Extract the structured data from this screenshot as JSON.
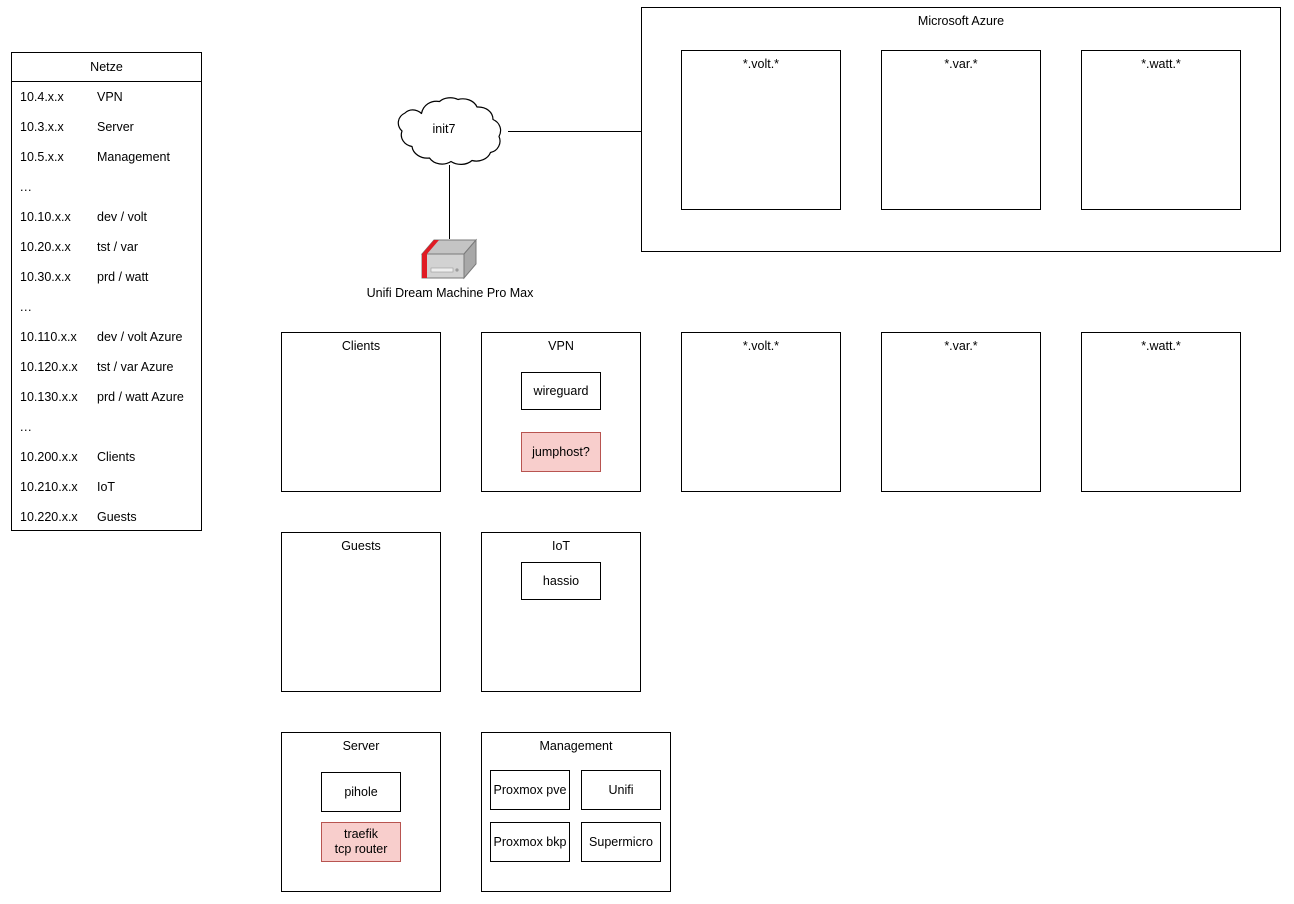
{
  "netze": {
    "title": "Netze",
    "rows": [
      {
        "cidr": "10.4.x.x",
        "label": "VPN"
      },
      {
        "cidr": "10.3.x.x",
        "label": "Server"
      },
      {
        "cidr": "10.5.x.x",
        "label": "Management"
      },
      {
        "cidr": "...",
        "label": ""
      },
      {
        "cidr": "10.10.x.x",
        "label": "dev / volt"
      },
      {
        "cidr": "10.20.x.x",
        "label": "tst / var"
      },
      {
        "cidr": "10.30.x.x",
        "label": "prd / watt"
      },
      {
        "cidr": "...",
        "label": ""
      },
      {
        "cidr": "10.110.x.x",
        "label": "dev / volt Azure"
      },
      {
        "cidr": "10.120.x.x",
        "label": "tst / var Azure"
      },
      {
        "cidr": "10.130.x.x",
        "label": "prd / watt Azure"
      },
      {
        "cidr": "...",
        "label": ""
      },
      {
        "cidr": "10.200.x.x",
        "label": "Clients"
      },
      {
        "cidr": "10.210.x.x",
        "label": "IoT"
      },
      {
        "cidr": "10.220.x.x",
        "label": "Guests"
      }
    ]
  },
  "cloud": {
    "label": "init7"
  },
  "router": {
    "label": "Unifi Dream Machine Pro Max"
  },
  "azure": {
    "title": "Microsoft Azure",
    "subnets": [
      {
        "title": "*.volt.*"
      },
      {
        "title": "*.var.*"
      },
      {
        "title": "*.watt.*"
      }
    ]
  },
  "zones": {
    "clients": {
      "title": "Clients",
      "nodes": []
    },
    "vpn": {
      "title": "VPN",
      "nodes": [
        {
          "label": "wireguard",
          "color": "white"
        },
        {
          "label": "jumphost?",
          "color": "pink"
        }
      ]
    },
    "volt": {
      "title": "*.volt.*",
      "nodes": []
    },
    "var": {
      "title": "*.var.*",
      "nodes": []
    },
    "watt": {
      "title": "*.watt.*",
      "nodes": []
    },
    "guests": {
      "title": "Guests",
      "nodes": []
    },
    "iot": {
      "title": "IoT",
      "nodes": [
        {
          "label": "hassio",
          "color": "white"
        }
      ]
    },
    "server": {
      "title": "Server",
      "nodes": [
        {
          "label": "pihole",
          "color": "white"
        },
        {
          "label": "traefik\ntcp router",
          "color": "pink"
        }
      ]
    },
    "management": {
      "title": "Management",
      "nodes": [
        {
          "label": "Proxmox pve",
          "color": "white"
        },
        {
          "label": "Unifi",
          "color": "white"
        },
        {
          "label": "Proxmox bkp",
          "color": "white"
        },
        {
          "label": "Supermicro",
          "color": "white"
        }
      ]
    }
  },
  "colors": {
    "stroke": "#000000",
    "background": "#ffffff",
    "highlight_fill": "#f8cecc",
    "highlight_stroke": "#b85450",
    "router_body": "#c0c0c0",
    "router_accent": "#e01b24"
  }
}
